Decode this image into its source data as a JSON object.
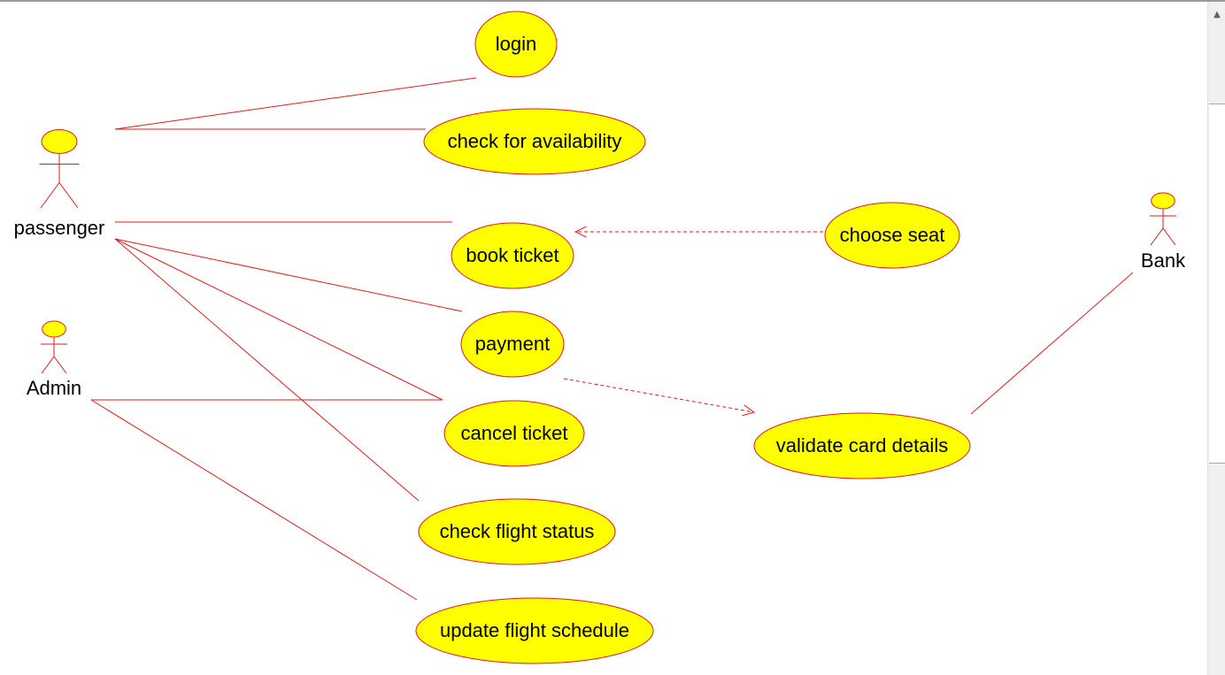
{
  "colors": {
    "stroke": "#e11d1d",
    "fill": "#ffff00",
    "text": "#000000"
  },
  "actors": [
    {
      "id": "passenger",
      "name": "passenger"
    },
    {
      "id": "admin",
      "name": "Admin"
    },
    {
      "id": "bank",
      "name": "Bank"
    }
  ],
  "use_cases": [
    {
      "id": "login",
      "label": "login"
    },
    {
      "id": "check-availability",
      "label": "check for availability"
    },
    {
      "id": "book-ticket",
      "label": "book ticket"
    },
    {
      "id": "choose-seat",
      "label": "choose seat"
    },
    {
      "id": "payment",
      "label": "payment"
    },
    {
      "id": "validate-card",
      "label": "validate card details"
    },
    {
      "id": "cancel-ticket",
      "label": "cancel ticket"
    },
    {
      "id": "check-flight-status",
      "label": "check flight status"
    },
    {
      "id": "update-flight-schedule",
      "label": "update flight schedule"
    }
  ],
  "relationships": [
    {
      "from": "passenger",
      "to": "login",
      "type": "association"
    },
    {
      "from": "passenger",
      "to": "check-availability",
      "type": "association"
    },
    {
      "from": "passenger",
      "to": "book-ticket",
      "type": "association"
    },
    {
      "from": "passenger",
      "to": "payment",
      "type": "association"
    },
    {
      "from": "passenger",
      "to": "cancel-ticket",
      "type": "association"
    },
    {
      "from": "passenger",
      "to": "check-flight-status",
      "type": "association"
    },
    {
      "from": "admin",
      "to": "cancel-ticket",
      "type": "association"
    },
    {
      "from": "admin",
      "to": "update-flight-schedule",
      "type": "association"
    },
    {
      "from": "bank",
      "to": "validate-card",
      "type": "association"
    },
    {
      "from": "choose-seat",
      "to": "book-ticket",
      "type": "dependency"
    },
    {
      "from": "payment",
      "to": "validate-card",
      "type": "dependency"
    }
  ]
}
